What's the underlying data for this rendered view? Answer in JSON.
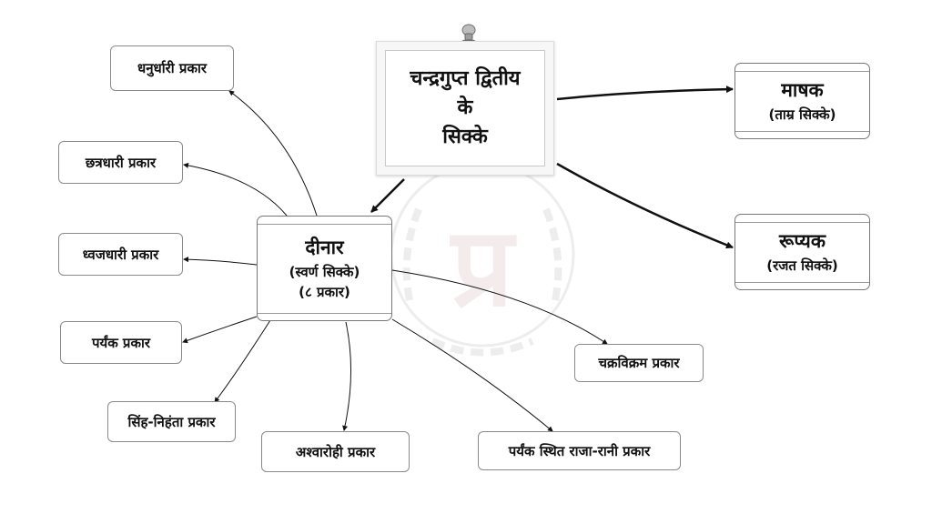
{
  "diagram": {
    "title": {
      "line1": "चन्द्रगुप्त द्वितीय",
      "line2": "के",
      "line3": "सिक्के"
    },
    "primary_nodes": {
      "dinar": {
        "label": "दीनार",
        "sub1": "(स्वर्ण सिक्के)",
        "sub2": "(८ प्रकार)"
      },
      "mashak": {
        "label": "माषक",
        "sub": "(ताम्र सिक्के)"
      },
      "rupyak": {
        "label": "रूप्यक",
        "sub": "(रजत सिक्के)"
      }
    },
    "dinar_types": [
      {
        "label": "धनुर्धारी प्रकार"
      },
      {
        "label": "छत्रधारी प्रकार"
      },
      {
        "label": "ध्वजधारी प्रकार"
      },
      {
        "label": "पर्यंक प्रकार"
      },
      {
        "label": "सिंह-निहंता प्रकार"
      },
      {
        "label": "अश्वारोही प्रकार"
      },
      {
        "label": "पर्यंक स्थित राजा-रानी प्रकार"
      },
      {
        "label": "चक्रविक्रम प्रकार"
      }
    ],
    "watermark": {
      "glyph": "प्र"
    },
    "colors": {
      "border": "#8a8a8a",
      "line": "#111111",
      "background": "#ffffff"
    }
  }
}
